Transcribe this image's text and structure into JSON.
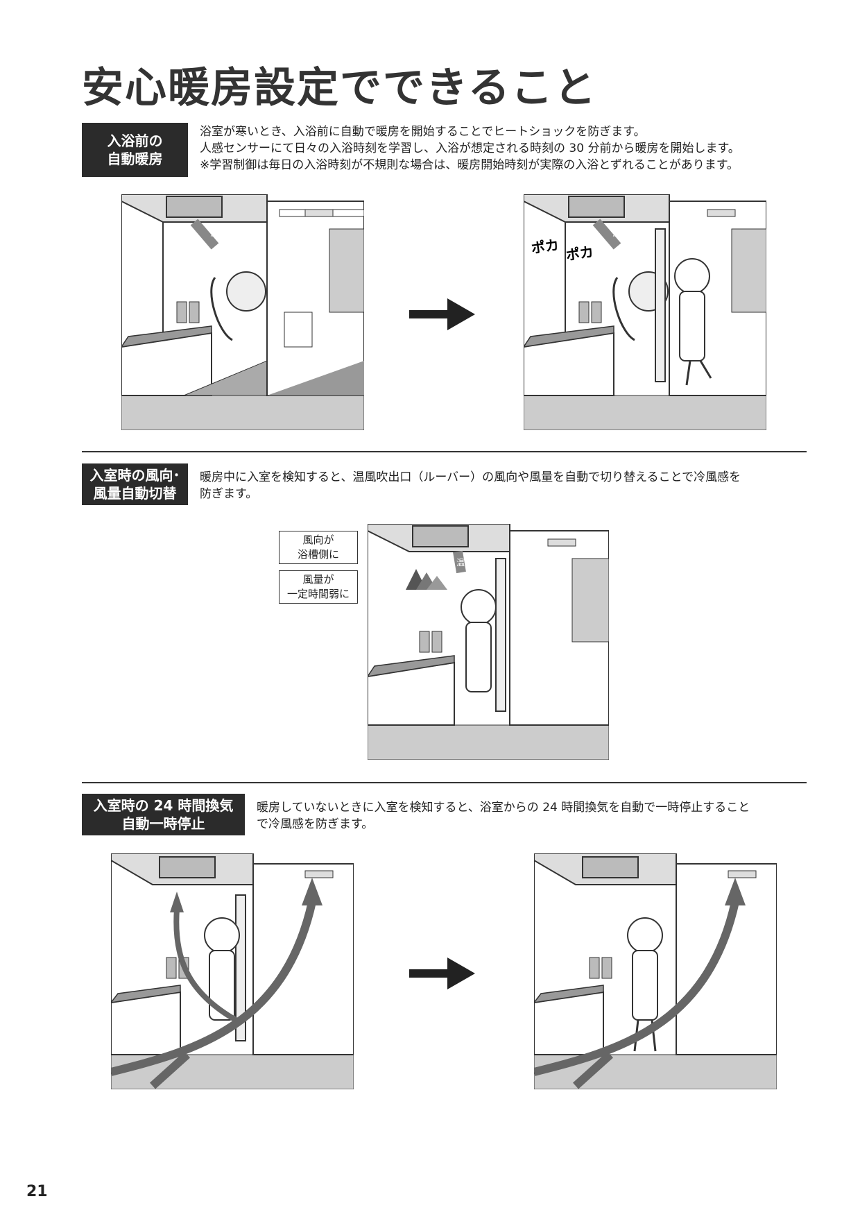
{
  "title": "安心暖房設定でできること",
  "sections": [
    {
      "label_line1": "入浴前の",
      "label_line2": "自動暖房",
      "desc": [
        "浴室が寒いとき、入浴前に自動で暖房を開始することでヒートショックを防ぎます。",
        "人感センサーにて日々の入浴時刻を学習し、入浴が想定される時刻の 30 分前から暖房を開始します。",
        "※学習制御は毎日の入浴時刻が不規則な場合は、暖房開始時刻が実際の入浴とずれることがあります。"
      ]
    },
    {
      "label_line1": "入室時の風向･",
      "label_line2": "風量自動切替",
      "desc": [
        "暖房中に入室を検知すると、温風吹出口（ルーバー）の風向や風量を自動で切り替えることで冷風感を",
        "防ぎます。"
      ]
    },
    {
      "label_line1": "入室時の 24 時間換気",
      "label_line2": "自動一時停止",
      "desc": [
        "暖房していないときに入室を検知すると、浴室からの 24 時間換気を自動で一時停止すること",
        "で冷風感を防ぎます。"
      ]
    }
  ],
  "illustration_text": {
    "warm_air": "温風",
    "poka1": "ポカ",
    "poka2": "ポカ",
    "tag1_line1": "風向が",
    "tag1_line2": "浴槽側に",
    "tag2_line1": "風量が",
    "tag2_line2": "一定時間弱に"
  },
  "page_number": "21"
}
